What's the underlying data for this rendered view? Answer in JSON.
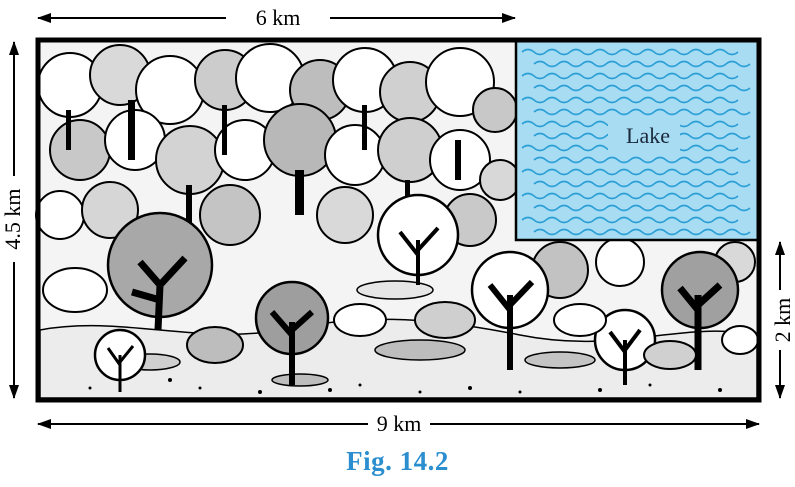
{
  "figure": {
    "caption": "Fig. 14.2",
    "top_dimension": "6 km",
    "bottom_dimension": "9 km",
    "left_dimension": "4.5 km",
    "right_dimension": "2 km",
    "lake_label": "Lake"
  },
  "colors": {
    "lake_fill": "#a8dcf3",
    "wave_stroke": "#2a9fd6",
    "caption": "#2b8fcf",
    "outline": "#000000"
  }
}
